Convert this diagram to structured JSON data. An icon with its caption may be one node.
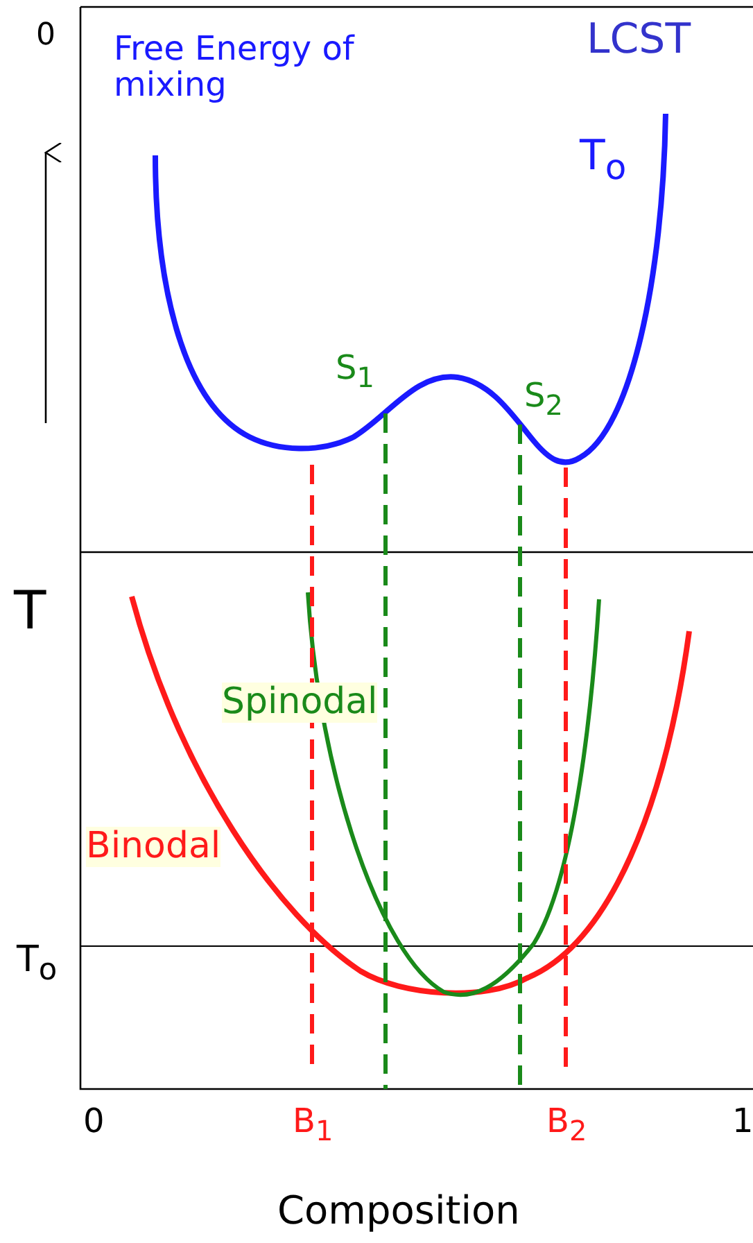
{
  "diagram": {
    "labels": [
      "0",
      "Free Energy of mixing",
      "LCST",
      "T$_{o}$",
      "S$_{1}$",
      "S$_{2}$",
      "T",
      "Spinodal",
      "Binodal",
      "T$_{o}$",
      "0",
      "B$_{1}$",
      "B$_{2}$",
      "1",
      "Composition"
    ]
  }
}
